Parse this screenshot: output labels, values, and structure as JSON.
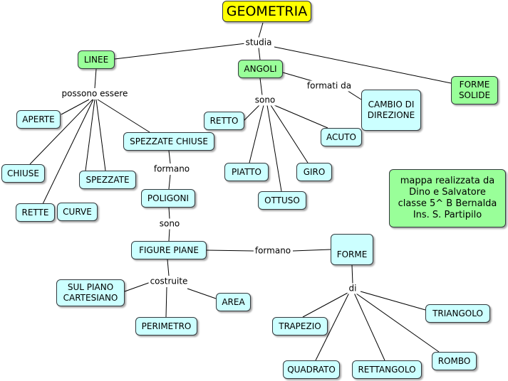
{
  "title": "GEOMETRIA",
  "nodes": {
    "linee": "LINEE",
    "angoli": "ANGOLI",
    "forme_solide": "FORME\nSOLIDE",
    "aperte": "APERTE",
    "spezzate_chiuse": "SPEZZATE CHIUSE",
    "chiuse": "CHIUSE",
    "spezzate": "SPEZZATE",
    "rette": "RETTE",
    "curve": "CURVE",
    "poligoni": "POLIGONI",
    "figure_piane": "FIGURE PIANE",
    "forme": "FORME",
    "sul_piano": "SUL PIANO\nCARTESIANO",
    "area": "AREA",
    "perimetro": "PERIMETRO",
    "retto": "RETTO",
    "piatto": "PIATTO",
    "ottuso": "OTTUSO",
    "giro": "GIRO",
    "acuto": "ACUTO",
    "cambio": "CAMBIO DI\nDIREZIONE",
    "trapezio": "TRAPEZIO",
    "triangolo": "TRIANGOLO",
    "quadrato": "QUADRATO",
    "rettangolo": "RETTANGOLO",
    "rombo": "ROMBO"
  },
  "link_labels": {
    "studia": "studia",
    "possono_essere": "possono essere",
    "sono_angoli": "sono",
    "formati_da": "formati da",
    "formano_poligoni": "formano",
    "sono_figure": "sono",
    "formano_forme": "formano",
    "costruite": "costruite",
    "di": "di"
  },
  "note": "mappa realizzata da\nDino e Salvatore\nclasse 5^ B Bernalda\nIns. S. Partipilo",
  "colors": {
    "title_fill": "#ffff00",
    "concept_fill": "#99ff99",
    "leaf_fill": "#ccffff",
    "line": "#000000"
  }
}
